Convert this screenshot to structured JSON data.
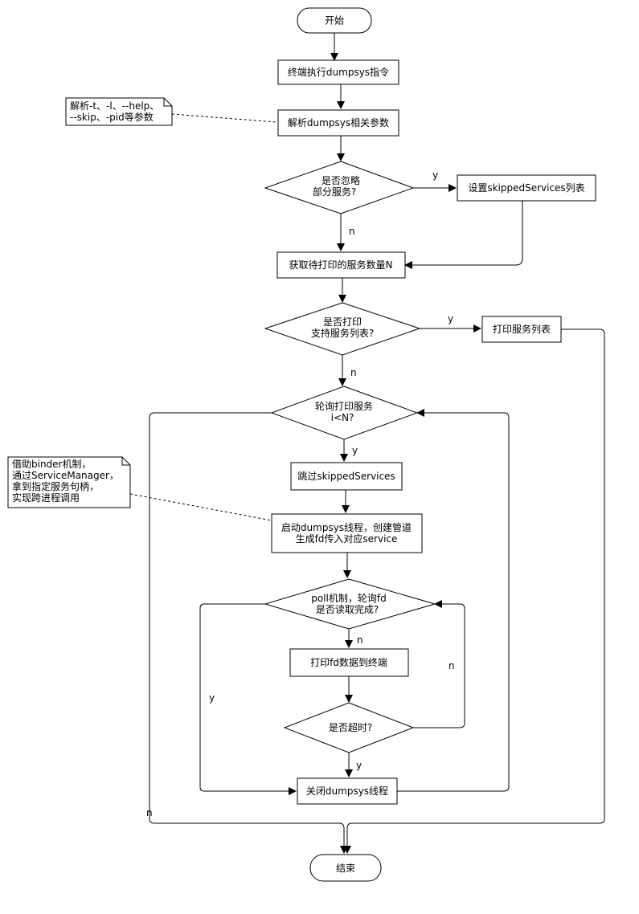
{
  "nodes": {
    "start": "开始",
    "exec": "终端执行dumpsys指令",
    "parse": "解析dumpsys相关参数",
    "skip_q": [
      "是否忽略",
      "部分服务?"
    ],
    "set_skipped": "设置skippedServices列表",
    "get_count": "获取待打印的服务数量N",
    "print_q": [
      "是否打印",
      "支持服务列表?"
    ],
    "print_list": "打印服务列表",
    "loop_q": [
      "轮询打印服务",
      "i<N?"
    ],
    "skip_services": "跳过skippedServices",
    "start_thread": [
      "启动dumpsys线程，创建管道",
      "生成fd传入对应service"
    ],
    "poll_q": [
      "poll机制，轮询fd",
      "是否读取完成?"
    ],
    "print_fd": "打印fd数据到终端",
    "timeout_q": "是否超时?",
    "close_thread": "关闭dumpsys线程",
    "end": "结束"
  },
  "notes": {
    "parse_note": [
      "解析-t、-l、--help、",
      "--skip、-pid等参数"
    ],
    "binder_note": [
      "借助binder机制，",
      "通过ServiceManager，",
      "拿到指定服务句柄，",
      "实现跨进程调用"
    ]
  },
  "edge_labels": {
    "skip_yes": "y",
    "skip_no": "n",
    "print_yes": "y",
    "print_no": "n",
    "loop_yes": "y",
    "loop_no": "n",
    "poll_no": "n",
    "poll_yes": "y",
    "timeout_no": "n",
    "timeout_yes": "y"
  }
}
